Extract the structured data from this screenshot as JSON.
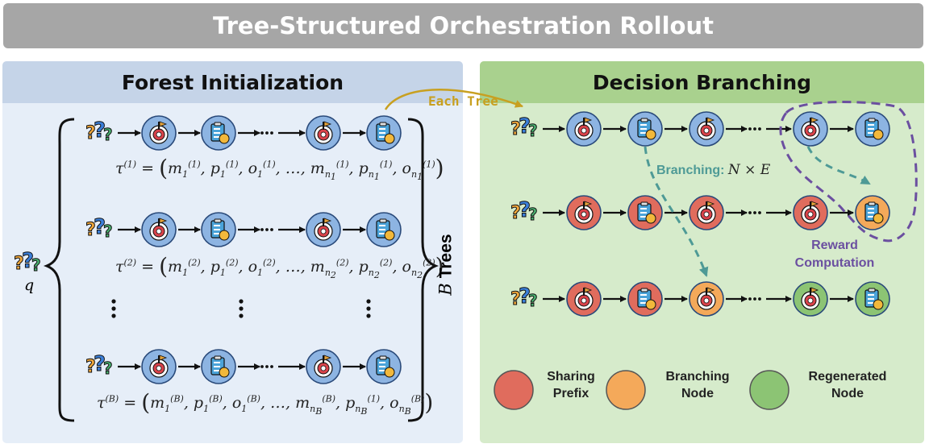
{
  "header": {
    "title": "Tree-Structured Orchestration Rollout"
  },
  "left_panel": {
    "title": "Forest Initialization",
    "query_label": "q",
    "trees_label_var": "B",
    "trees_label_word": "Trees",
    "formulas": [
      {
        "tau": "τ",
        "tau_sup": "(1)",
        "m": "1",
        "n": "n",
        "n_sub": "1",
        "sup": "(1)",
        "last_sup": "(1)"
      },
      {
        "tau": "τ",
        "tau_sup": "(2)",
        "m": "1",
        "n": "n",
        "n_sub": "2",
        "sup": "(2)",
        "last_sup": "(2)"
      },
      {
        "tau": "τ",
        "tau_sup": "(B)",
        "m": "1",
        "n": "n",
        "n_sub": "B",
        "sup": "(B)",
        "last_sup": "(1)"
      }
    ]
  },
  "right_panel": {
    "title": "Decision Branching",
    "each_tree_label": "Each Tree",
    "branching_label": "Branching:",
    "branching_formula": "N × E",
    "reward_label_line1": "Reward",
    "reward_label_line2": "Computation"
  },
  "legend": [
    {
      "line1": "Sharing",
      "line2": "Prefix",
      "color": "#e06c5d"
    },
    {
      "line1": "Branching",
      "line2": "Node",
      "color": "#f4a95a"
    },
    {
      "line1": "Regenerated",
      "line2": "Node",
      "color": "#8cc474"
    }
  ],
  "colors": {
    "initial_node": "#8db4e2",
    "sharing_prefix": "#e06c5d",
    "branching_node": "#f4a95a",
    "regenerated_node": "#8cc474",
    "branch_arrow": "#4e9a96",
    "reward_outline": "#6b4fa0",
    "each_tree_arrow": "#c8a020"
  },
  "icons": [
    "question-icon",
    "target-icon",
    "clipboard-icon",
    "ellipsis-icon"
  ]
}
